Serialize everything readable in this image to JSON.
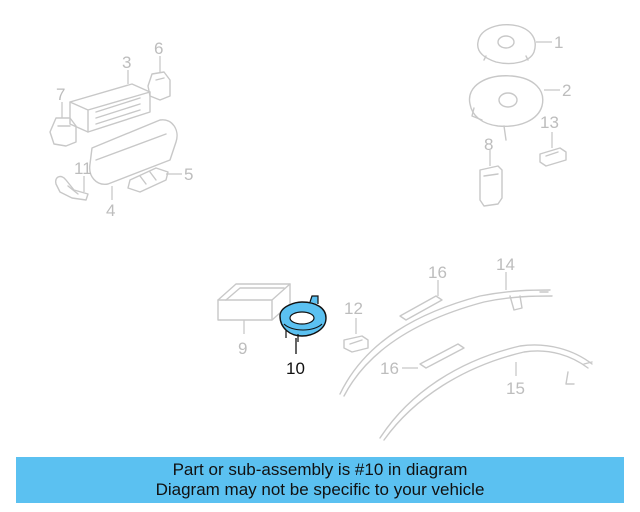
{
  "callouts": [
    "1",
    "2",
    "3",
    "4",
    "5",
    "6",
    "7",
    "8",
    "9",
    "10",
    "11",
    "12",
    "13",
    "14",
    "15",
    "16",
    "16"
  ],
  "highlighted_part": "10",
  "banner": {
    "line1": "Part or sub-assembly is #10 in diagram",
    "line2": "Diagram may not be specific to your vehicle"
  },
  "colors": {
    "highlight_fill": "#5bc1f1",
    "banner_bg": "#5bc1f1",
    "faded_part": "#c8c8c8"
  }
}
